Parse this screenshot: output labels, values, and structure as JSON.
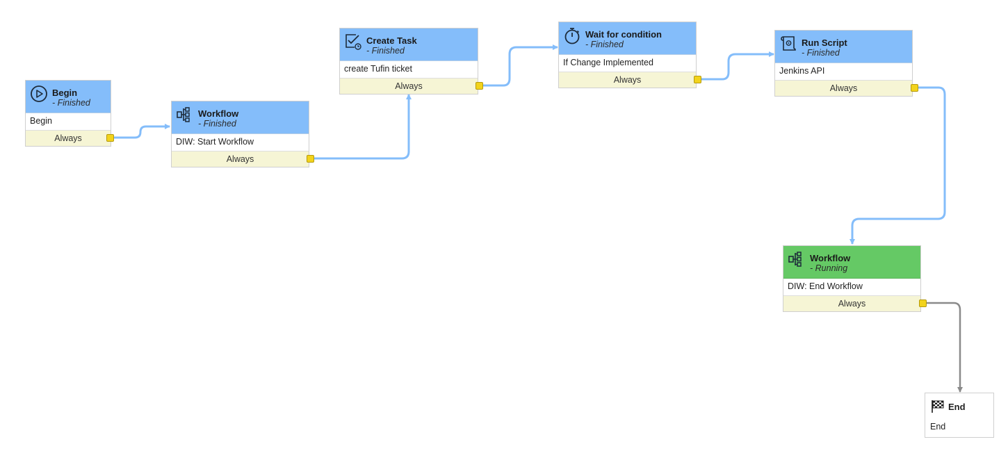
{
  "nodes": [
    {
      "title": "Begin",
      "status": "- Finished",
      "body": "Begin",
      "footer": "Always",
      "icon": "play-circle-icon"
    },
    {
      "title": "Workflow",
      "status": "- Finished",
      "body": "DIW: Start Workflow",
      "footer": "Always",
      "icon": "workflow-icon"
    },
    {
      "title": "Create Task",
      "status": "- Finished",
      "body": "create Tufin ticket",
      "footer": "Always",
      "icon": "task-checkbox-icon"
    },
    {
      "title": "Wait for condition",
      "status": "- Finished",
      "body": "If Change Implemented",
      "footer": "Always",
      "icon": "stopwatch-icon"
    },
    {
      "title": "Run Script",
      "status": "- Finished",
      "body": "Jenkins API",
      "footer": "Always",
      "icon": "script-scroll-icon"
    },
    {
      "title": "Workflow",
      "status": "- Running",
      "body": "DIW: End Workflow",
      "footer": "Always",
      "icon": "workflow-icon"
    }
  ],
  "end_node": {
    "title": "End",
    "body": "End",
    "icon": "checkered-flag-icon"
  },
  "colors": {
    "finished_header": "#84bdfa",
    "running_header": "#65c965",
    "footer_bg": "#f6f5d5",
    "port": "#f2d31c",
    "connector_finished": "#84bdfa",
    "connector_pending": "#8a8a8a"
  }
}
